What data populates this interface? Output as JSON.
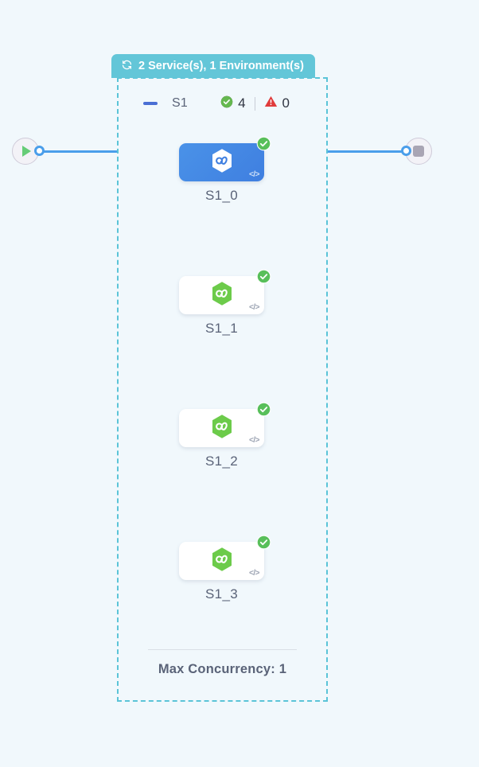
{
  "theme": {
    "background": "#f1f8fc",
    "group_border": "#5bc4d8",
    "group_tab_bg": "#63c6d8",
    "edge": "#4a9eea",
    "selected_node": "#4a92e8",
    "node_icon_green": "#6ccb4a",
    "success": "#5cb85c",
    "error": "#e03b3b",
    "label_text": "#5a6378"
  },
  "group": {
    "tab_label": "2 Service(s), 1 Environment(s)",
    "tab_icon": "sync-icon",
    "collapse_icon": "minus-icon",
    "name": "S1",
    "status": {
      "success_icon": "check-circle-icon",
      "success_count": "4",
      "error_icon": "warning-triangle-icon",
      "error_count": "0"
    },
    "footer_label": "Max Concurrency: 1"
  },
  "endpoints": {
    "start": {
      "name": "start-node",
      "icon": "play-icon"
    },
    "end": {
      "name": "end-node",
      "icon": "stop-icon"
    }
  },
  "nodes": [
    {
      "label": "S1_0",
      "selected": true,
      "status_icon": "check-circle-icon",
      "code_glyph": "</>",
      "icon": "service-hex-icon"
    },
    {
      "label": "S1_1",
      "selected": false,
      "status_icon": "check-circle-icon",
      "code_glyph": "</>",
      "icon": "service-hex-icon"
    },
    {
      "label": "S1_2",
      "selected": false,
      "status_icon": "check-circle-icon",
      "code_glyph": "</>",
      "icon": "service-hex-icon"
    },
    {
      "label": "S1_3",
      "selected": false,
      "status_icon": "check-circle-icon",
      "code_glyph": "</>",
      "icon": "service-hex-icon"
    }
  ]
}
